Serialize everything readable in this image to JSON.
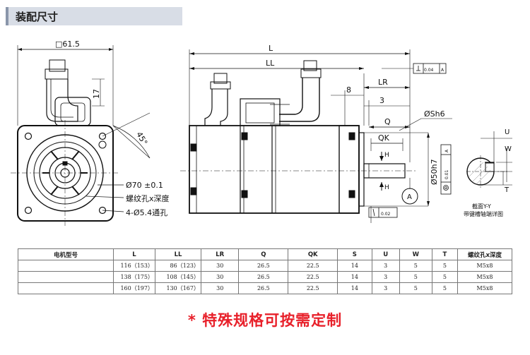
{
  "section_title": "装配尺寸",
  "front_view": {
    "square_label": "□61.5",
    "dim_17": "17",
    "angle_45": "45°",
    "pilot_label": "Ø70 ±0.1",
    "tap_label": "螺纹孔x深度",
    "holes_label": "4-Ø5.4通孔"
  },
  "side_view": {
    "L": "L",
    "LL": "LL",
    "LR": "LR",
    "dim_8": "8",
    "dim_3": "3",
    "Q": "Q",
    "QK": "QK",
    "shaft_dia": "ØSh6",
    "spigot_dia": "Ø50h7",
    "tol_top": "0.04",
    "datum_top": "A",
    "tol_side": "0.01",
    "datum_side": "A",
    "tol_bottom": "0.02",
    "datum_A": "A",
    "section_mark": "H",
    "section_mark2": "H"
  },
  "section_view": {
    "U": "U",
    "W": "W",
    "T": "T",
    "caption1": "截面Y-Y",
    "caption2": "带键槽轴端详图"
  },
  "table": {
    "headers": [
      "电机型号",
      "L",
      "LL",
      "LR",
      "Q",
      "QK",
      "S",
      "U",
      "W",
      "T",
      "螺纹孔x深度"
    ],
    "rows": [
      [
        "",
        "116（153）",
        "86（123）",
        "30",
        "26.5",
        "22.5",
        "14",
        "3",
        "5",
        "5",
        "M5x8"
      ],
      [
        "",
        "138（175）",
        "108（145）",
        "30",
        "26.5",
        "22.5",
        "14",
        "3",
        "5",
        "5",
        "M5x8"
      ],
      [
        "",
        "160（197）",
        "130（167）",
        "30",
        "26.5",
        "22.5",
        "14",
        "3",
        "5",
        "5",
        "M5x8"
      ]
    ]
  },
  "footer_note": "* 特殊规格可按需定制",
  "colors": {
    "note_red": "#e8202a",
    "title_bar": "#d8dde6"
  }
}
